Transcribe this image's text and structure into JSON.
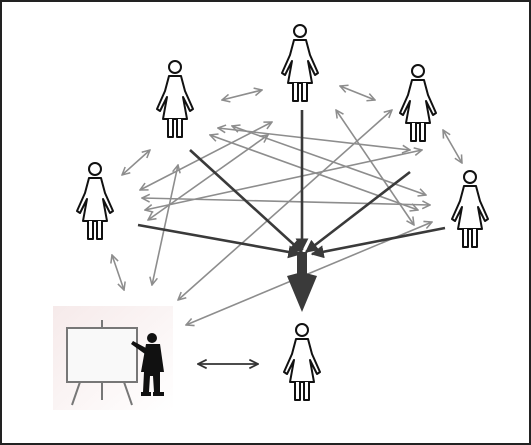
{
  "diagram": {
    "frame_color": "#222222",
    "background": "#ffffff",
    "figure_stroke": "#111111",
    "figure_fill": "#ffffff",
    "dark_arrow_color": "#3a3a3a",
    "light_arrow_color": "#8d8d8d",
    "presenter_color": "#111111",
    "board_background": "#f7eeee",
    "people": [
      {
        "name": "person-top-center",
        "role": "peer"
      },
      {
        "name": "person-upper-left",
        "role": "peer"
      },
      {
        "name": "person-upper-right",
        "role": "peer"
      },
      {
        "name": "person-left",
        "role": "peer"
      },
      {
        "name": "person-right",
        "role": "peer"
      },
      {
        "name": "person-target",
        "role": "individual"
      }
    ],
    "icons": [
      "presenter-icon",
      "whiteboard-icon",
      "double-arrow-icon",
      "big-down-arrow-icon"
    ]
  }
}
